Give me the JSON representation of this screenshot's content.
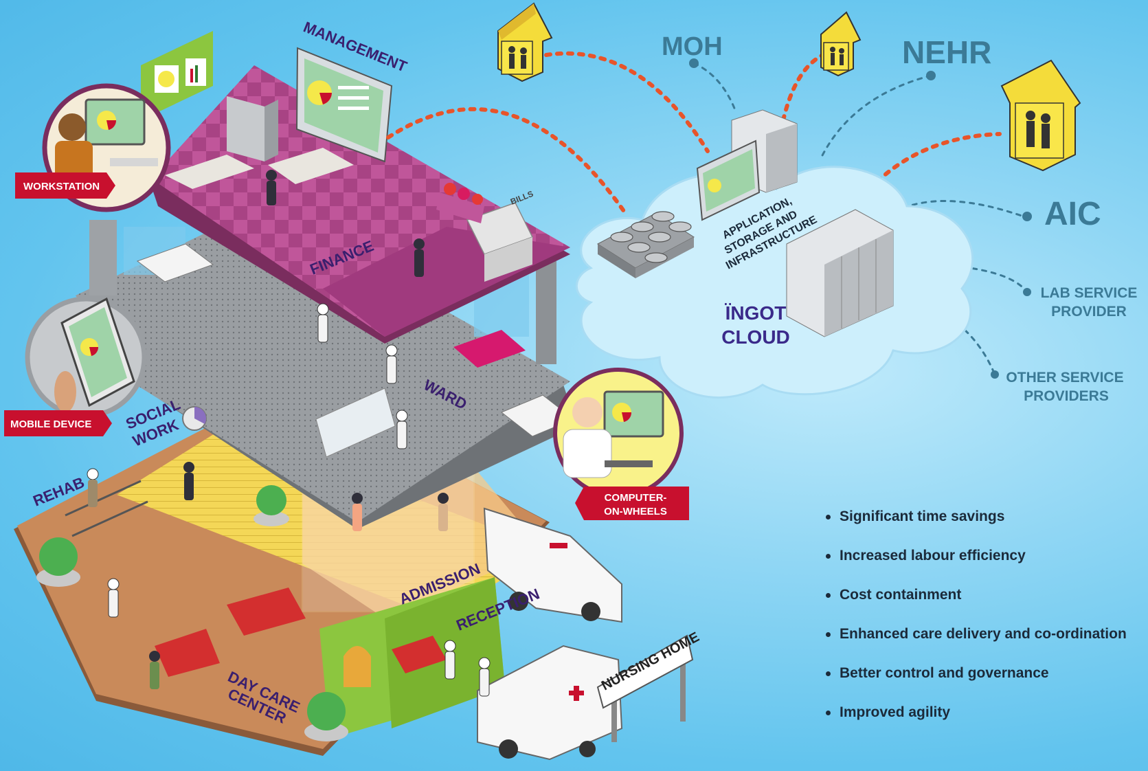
{
  "floors": {
    "management": "MANAGEMENT",
    "finance": "FINANCE",
    "ward": "WARD",
    "social_work_line1": "SOCIAL",
    "social_work_line2": "WORK",
    "rehab": "REHAB",
    "admission": "ADMISSION",
    "reception": "RECEPTION",
    "day_care_line1": "DAY CARE",
    "day_care_line2": "CENTER"
  },
  "devices": {
    "workstation": "WORKSTATION",
    "mobile_device": "MOBILE DEVICE",
    "computer_on_wheels_line1": "COMPUTER-",
    "computer_on_wheels_line2": "ON-WHEELS"
  },
  "props": {
    "bills": "BILLS",
    "nursing_home": "NURSING HOME"
  },
  "network": {
    "moh": "MOH",
    "nehr": "NEHR",
    "aic": "AIC",
    "lab_line1": "LAB SERVICE",
    "lab_line2": "PROVIDER",
    "other_line1": "OTHER SERVICE",
    "other_line2": "PROVIDERS",
    "app_line1": "APPLICATION,",
    "app_line2": "STORAGE AND",
    "app_line3": "INFRASTRUCTURE",
    "cloud_line1": "ÏNGOT",
    "cloud_line2": "CLOUD"
  },
  "benefits": [
    "Significant time savings",
    "Increased labour efficiency",
    "Cost containment",
    "Enhanced care delivery and co-ordination",
    "Better control and governance",
    "Improved agility"
  ],
  "colors": {
    "background": "#62c4ee",
    "cloud": "#cdeffc",
    "management_floor": "#b04c8c",
    "ward_floor": "#8e9296",
    "ground_floor": "#f2d84a",
    "tag_red": "#c8102e",
    "link_red": "#e8542a",
    "link_blue": "#3b7a96"
  }
}
